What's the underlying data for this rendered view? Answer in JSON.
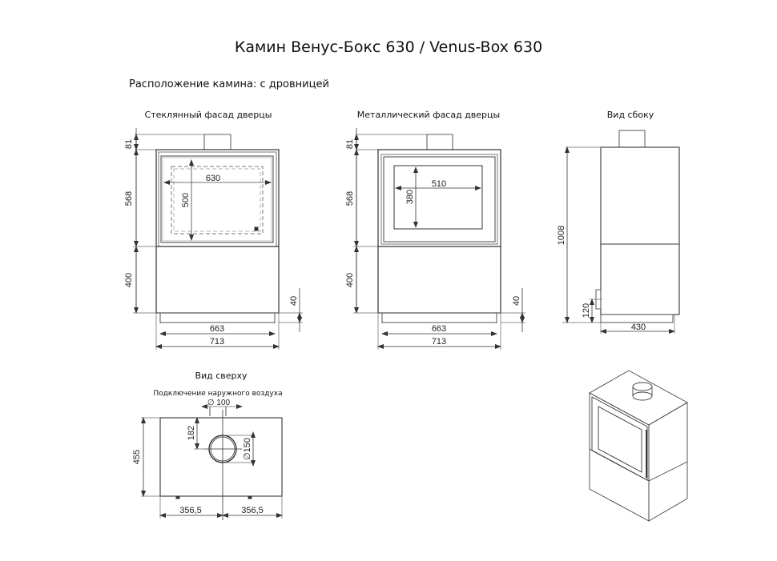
{
  "header": {
    "title": "Камин Венус-Бокс 630 / Venus-Box 630",
    "subtitle": "Расположение камина: с дровницей"
  },
  "views": {
    "glass_front": {
      "label": "Стеклянный фасад дверцы",
      "dims": {
        "chimney": "81",
        "firebox_h": "568",
        "woodbox_h": "400",
        "foot_h": "40",
        "glass_w": "630",
        "glass_h": "500",
        "base_w": "663",
        "total_w": "713"
      }
    },
    "metal_front": {
      "label": "Металлический фасад дверцы",
      "dims": {
        "chimney": "81",
        "firebox_h": "568",
        "woodbox_h": "400",
        "foot_h": "40",
        "glass_w": "510",
        "glass_h": "380",
        "base_w": "663",
        "total_w": "713"
      }
    },
    "side": {
      "label": "Вид сбоку",
      "dims": {
        "total_h": "1008",
        "inlet_h": "120",
        "depth": "430"
      }
    },
    "top": {
      "label": "Вид сверху",
      "sublabel": "Подключение наружного воздуха",
      "dims": {
        "inlet_d": "∅ 100",
        "depth": "455",
        "flue_offset": "182",
        "flue_d": "∅150",
        "left_half": "356,5",
        "right_half": "356,5"
      }
    },
    "iso": {
      "label": "isometric-view"
    }
  }
}
